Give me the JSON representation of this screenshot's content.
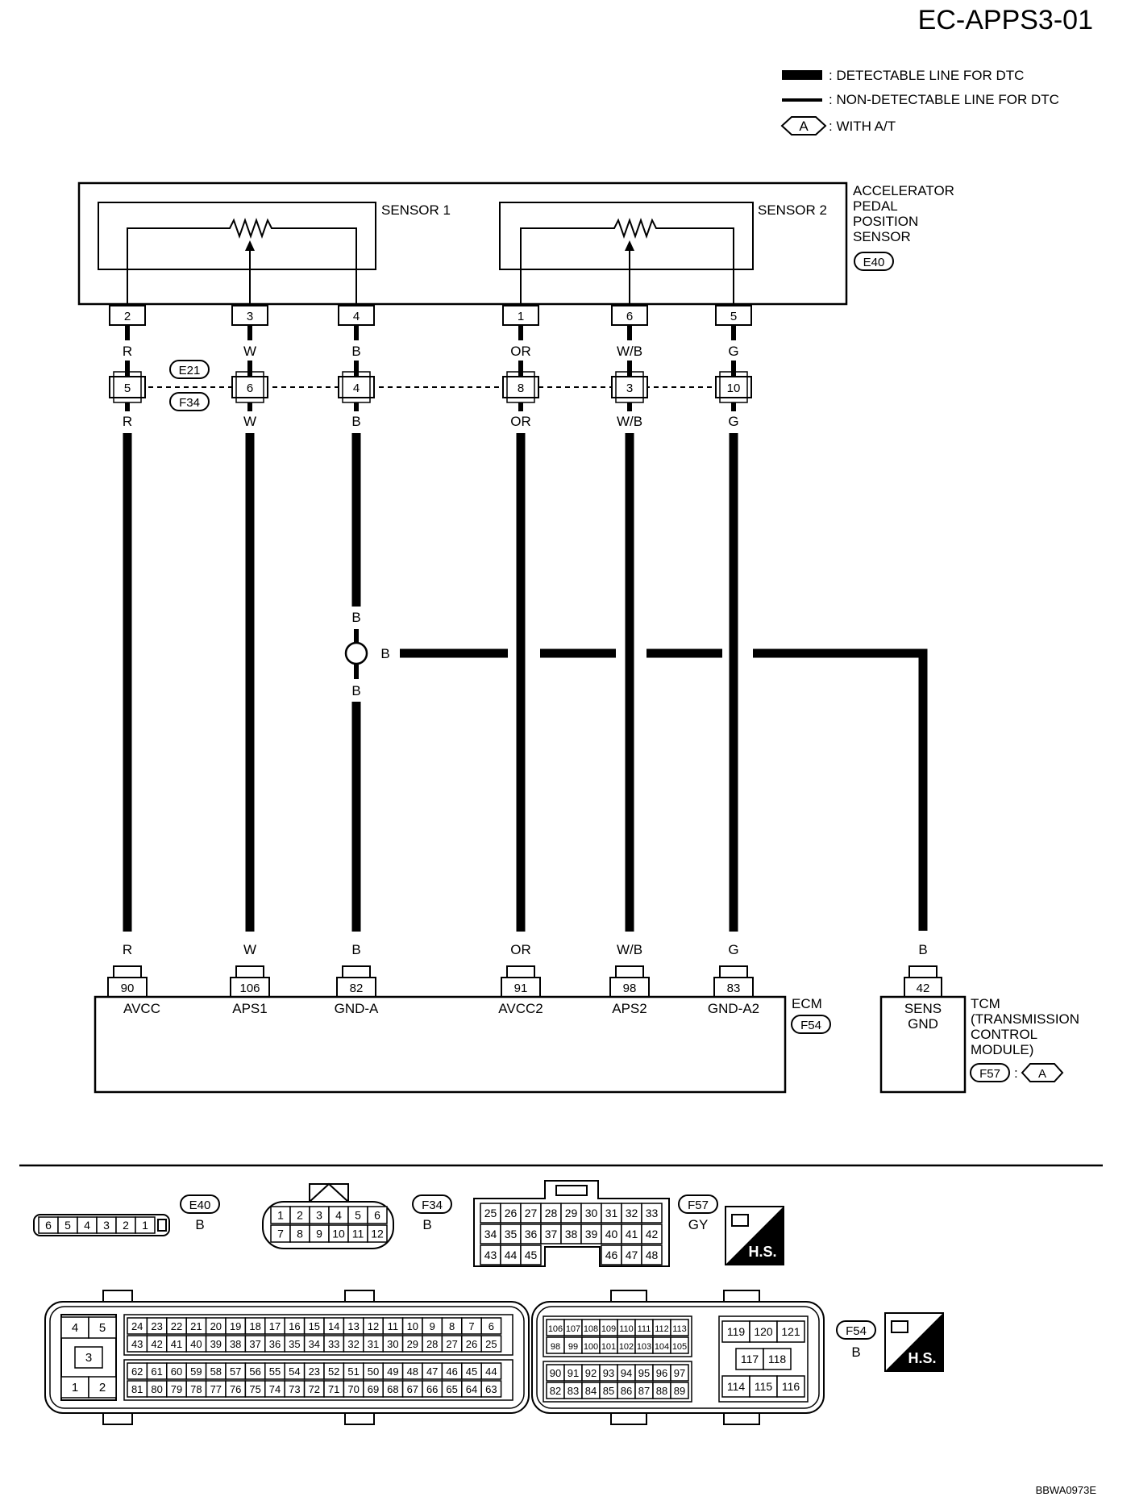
{
  "diagram_id": "EC-APPS3-01",
  "legend": {
    "detectable": ": DETECTABLE LINE FOR DTC",
    "non_detectable": ": NON-DETECTABLE LINE FOR DTC",
    "with_at_code": "A",
    "with_at": ": WITH A/T"
  },
  "sensor": {
    "name_lines": [
      "ACCELERATOR",
      "PEDAL",
      "POSITION",
      "SENSOR"
    ],
    "connector": "E40",
    "sensor1": "SENSOR 1",
    "sensor2": "SENSOR 2"
  },
  "harness_connectors": {
    "top": "E21",
    "bottom": "F34"
  },
  "wires": [
    {
      "sensor_pin": "2",
      "color": "R",
      "joint_pin": "5",
      "ecm_pin": "90",
      "ecm_label": "AVCC"
    },
    {
      "sensor_pin": "3",
      "color": "W",
      "joint_pin": "6",
      "ecm_pin": "106",
      "ecm_label": "APS1"
    },
    {
      "sensor_pin": "4",
      "color": "B",
      "joint_pin": "4",
      "ecm_pin": "82",
      "ecm_label": "GND-A"
    },
    {
      "sensor_pin": "1",
      "color": "OR",
      "joint_pin": "8",
      "ecm_pin": "91",
      "ecm_label": "AVCC2"
    },
    {
      "sensor_pin": "6",
      "color": "W/B",
      "joint_pin": "3",
      "ecm_pin": "98",
      "ecm_label": "APS2"
    },
    {
      "sensor_pin": "5",
      "color": "G",
      "joint_pin": "10",
      "ecm_pin": "83",
      "ecm_label": "GND-A2"
    }
  ],
  "splice": {
    "color_up": "B",
    "color_down": "B",
    "color_branch": "B"
  },
  "ecm": {
    "name": "ECM",
    "connector": "F54"
  },
  "tcm": {
    "pin": "42",
    "wire_color": "B",
    "pin_label_lines": [
      "SENS",
      "GND"
    ],
    "name_lines": [
      "TCM",
      "(TRANSMISSION",
      "CONTROL",
      "MODULE)"
    ],
    "connector": "F57",
    "condition": "A"
  },
  "connector_views": {
    "e40": {
      "id": "E40",
      "color": "B",
      "pins": [
        "6",
        "5",
        "4",
        "3",
        "2",
        "1"
      ]
    },
    "f34": {
      "id": "F34",
      "color": "B",
      "row1": [
        "1",
        "2",
        "3",
        "4",
        "5",
        "6"
      ],
      "row2": [
        "7",
        "8",
        "9",
        "10",
        "11",
        "12"
      ]
    },
    "f57": {
      "id": "F57",
      "color": "GY",
      "row1": [
        "25",
        "26",
        "27",
        "28",
        "29",
        "30",
        "31",
        "32",
        "33"
      ],
      "row2": [
        "34",
        "35",
        "36",
        "37",
        "38",
        "39",
        "40",
        "41",
        "42"
      ],
      "row3": [
        "43",
        "44",
        "45",
        "46",
        "47",
        "48"
      ]
    },
    "f54": {
      "id": "F54",
      "color": "B",
      "left_block": [
        "4",
        "5",
        "3",
        "1",
        "2"
      ],
      "row_a": [
        "24",
        "23",
        "22",
        "21",
        "20",
        "19",
        "18",
        "17",
        "16",
        "15",
        "14",
        "13",
        "12",
        "11",
        "10",
        "9",
        "8",
        "7",
        "6"
      ],
      "row_b": [
        "43",
        "42",
        "41",
        "40",
        "39",
        "38",
        "37",
        "36",
        "35",
        "34",
        "33",
        "32",
        "31",
        "30",
        "29",
        "28",
        "27",
        "26",
        "25"
      ],
      "row_c": [
        "62",
        "61",
        "60",
        "59",
        "58",
        "57",
        "56",
        "55",
        "54",
        "23",
        "52",
        "51",
        "50",
        "49",
        "48",
        "47",
        "46",
        "45",
        "44"
      ],
      "row_d": [
        "81",
        "80",
        "79",
        "78",
        "77",
        "76",
        "75",
        "74",
        "73",
        "72",
        "71",
        "70",
        "69",
        "68",
        "67",
        "66",
        "65",
        "64",
        "63"
      ],
      "mid_a": [
        "106",
        "107",
        "108",
        "109",
        "110",
        "111",
        "112",
        "113"
      ],
      "mid_b": [
        "98",
        "99",
        "100",
        "101",
        "102",
        "103",
        "104",
        "105"
      ],
      "mid_c": [
        "90",
        "91",
        "92",
        "93",
        "94",
        "95",
        "96",
        "97"
      ],
      "mid_d": [
        "82",
        "83",
        "84",
        "85",
        "86",
        "87",
        "88",
        "89"
      ],
      "right_a": [
        "119",
        "120",
        "121"
      ],
      "right_b": [
        "117",
        "118"
      ],
      "right_c": [
        "114",
        "115",
        "116"
      ]
    },
    "hs": "H.S."
  },
  "footer_code": "BBWA0973E"
}
